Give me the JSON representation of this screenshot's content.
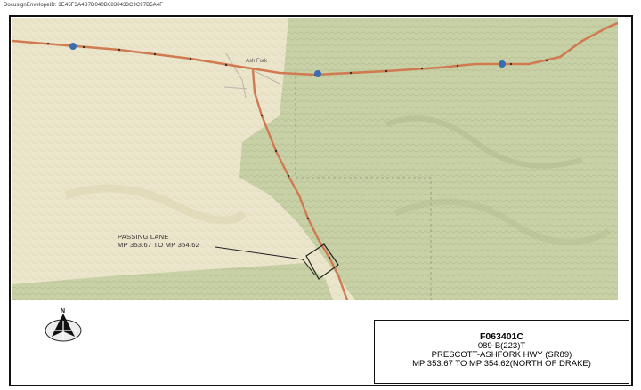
{
  "envelope_id": "DocusignEnvelopeID: 3E45F3A4B7D040B6830433C9C97B5A4F",
  "map": {
    "town_label": "Ash Fork",
    "callout": {
      "line1": "PASSING LANE",
      "line2": "MP 353.67 TO MP 354.62"
    },
    "colors": {
      "terrain_light": "#ece7cc",
      "terrain_green": "#c9d1a8",
      "road": "#d07a52"
    }
  },
  "compass": {
    "label": "N",
    "icon": "north-arrow-icon"
  },
  "title_block": {
    "project_number": "F063401C",
    "tracs": "089-B(223)T",
    "highway": "PRESCOTT-ASHFORK HWY (SR89)",
    "limits": "MP 353.67 TO MP 354.62(NORTH OF DRAKE)"
  }
}
